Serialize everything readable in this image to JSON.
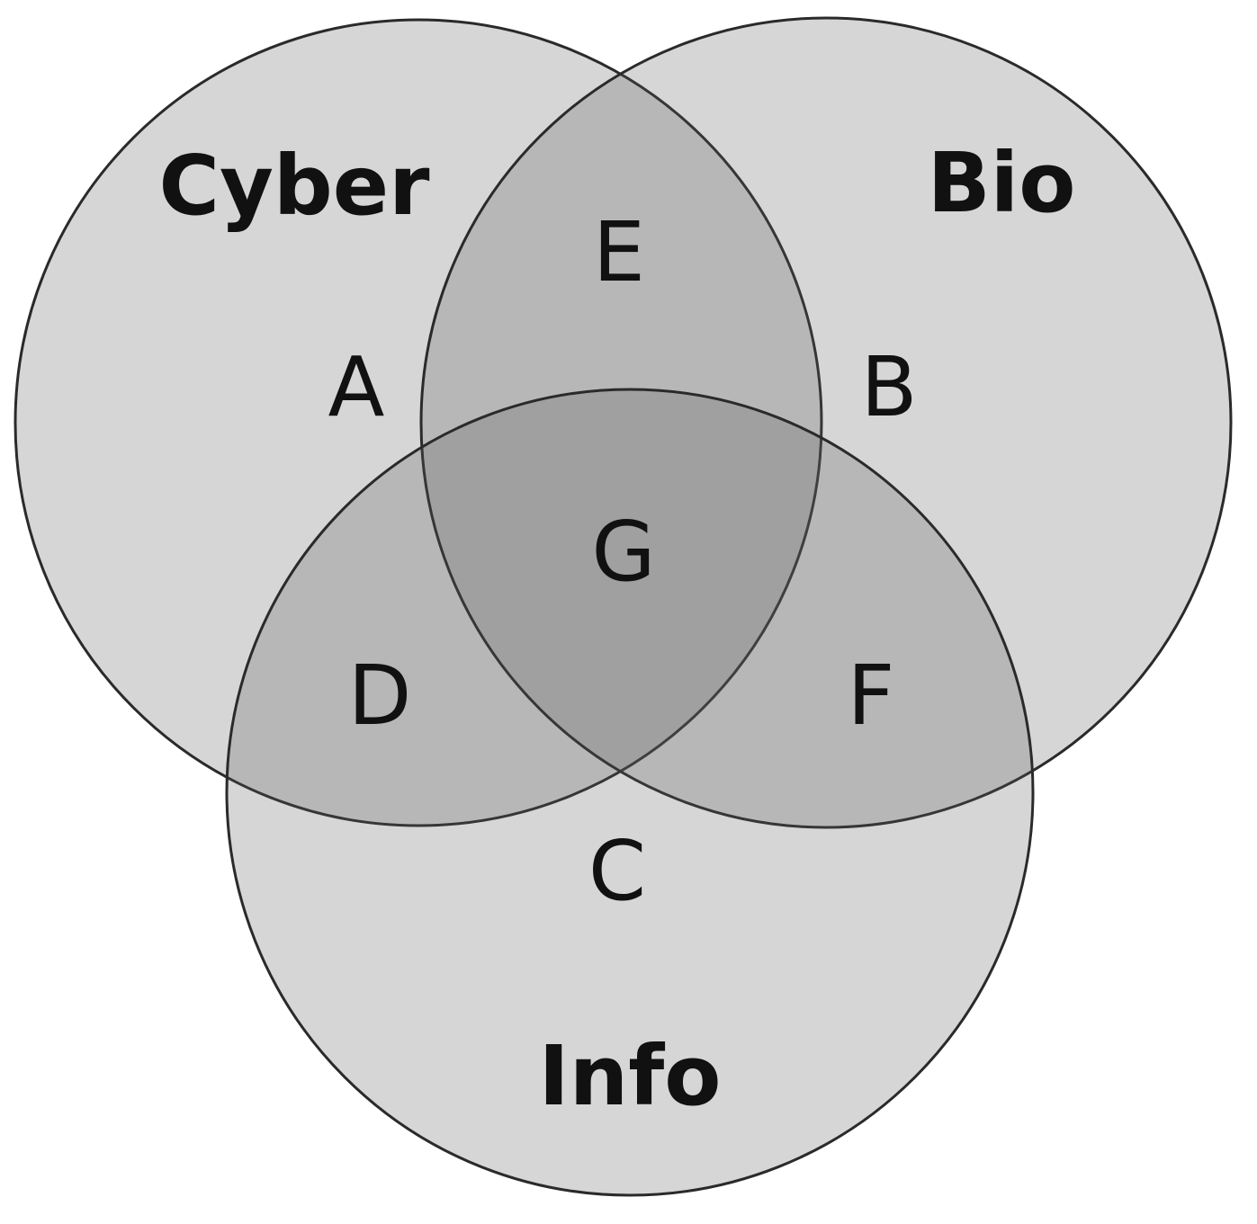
{
  "diagram": {
    "type": "venn",
    "sets": [
      {
        "id": "cyber",
        "label": "Cyber"
      },
      {
        "id": "bio",
        "label": "Bio"
      },
      {
        "id": "info",
        "label": "Info"
      }
    ],
    "regions": [
      {
        "id": "A",
        "label": "A",
        "sets": [
          "cyber"
        ]
      },
      {
        "id": "B",
        "label": "B",
        "sets": [
          "bio"
        ]
      },
      {
        "id": "C",
        "label": "C",
        "sets": [
          "info"
        ]
      },
      {
        "id": "D",
        "label": "D",
        "sets": [
          "cyber",
          "info"
        ]
      },
      {
        "id": "E",
        "label": "E",
        "sets": [
          "cyber",
          "bio"
        ]
      },
      {
        "id": "F",
        "label": "F",
        "sets": [
          "bio",
          "info"
        ]
      },
      {
        "id": "G",
        "label": "G",
        "sets": [
          "cyber",
          "bio",
          "info"
        ]
      }
    ],
    "colors": {
      "circle_fill": "#5a5a5a",
      "circle_stroke": "#2a2a2a",
      "text": "#111111",
      "background": "#ffffff"
    }
  }
}
